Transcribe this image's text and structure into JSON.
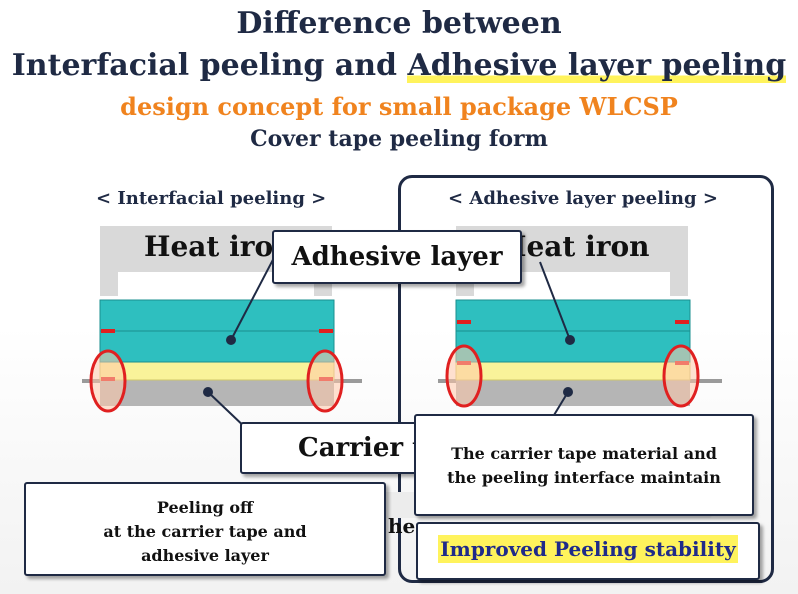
{
  "title": {
    "line1": "Difference between",
    "line2_part1": "Interfacial peeling and ",
    "line2_part2": "Adhesive layer peeling",
    "line3": "design concept for small package WLCSP",
    "line4": "Cover tape peeling form"
  },
  "left_panel": {
    "label": "< Interfacial peeling >",
    "heat_iron": "Heat iron"
  },
  "right_panel": {
    "label": "< Adhesive layer peeling >",
    "heat_iron": "Heat iron"
  },
  "callouts": {
    "adhesive_layer": "Adhesive layer",
    "carrier": "Carrier t",
    "partial_text": "he",
    "left_note_line1": "Peeling off",
    "left_note_line2": "at the carrier tape and",
    "left_note_line3": "adhesive layer",
    "right_note_line1": "The carrier tape material and",
    "right_note_line2": "the peeling interface maintain",
    "improved": "Improved Peeling stability"
  },
  "colors": {
    "navy": "#1f2a44",
    "orange": "#f0831e",
    "teal": "#2ebfbf",
    "yellow_layer": "#f9f39a",
    "carrier_gray": "#b5b5b5",
    "heat_iron_gray": "#d9d9d9",
    "marker_red": "#e02020",
    "highlight": "#fff35c"
  }
}
